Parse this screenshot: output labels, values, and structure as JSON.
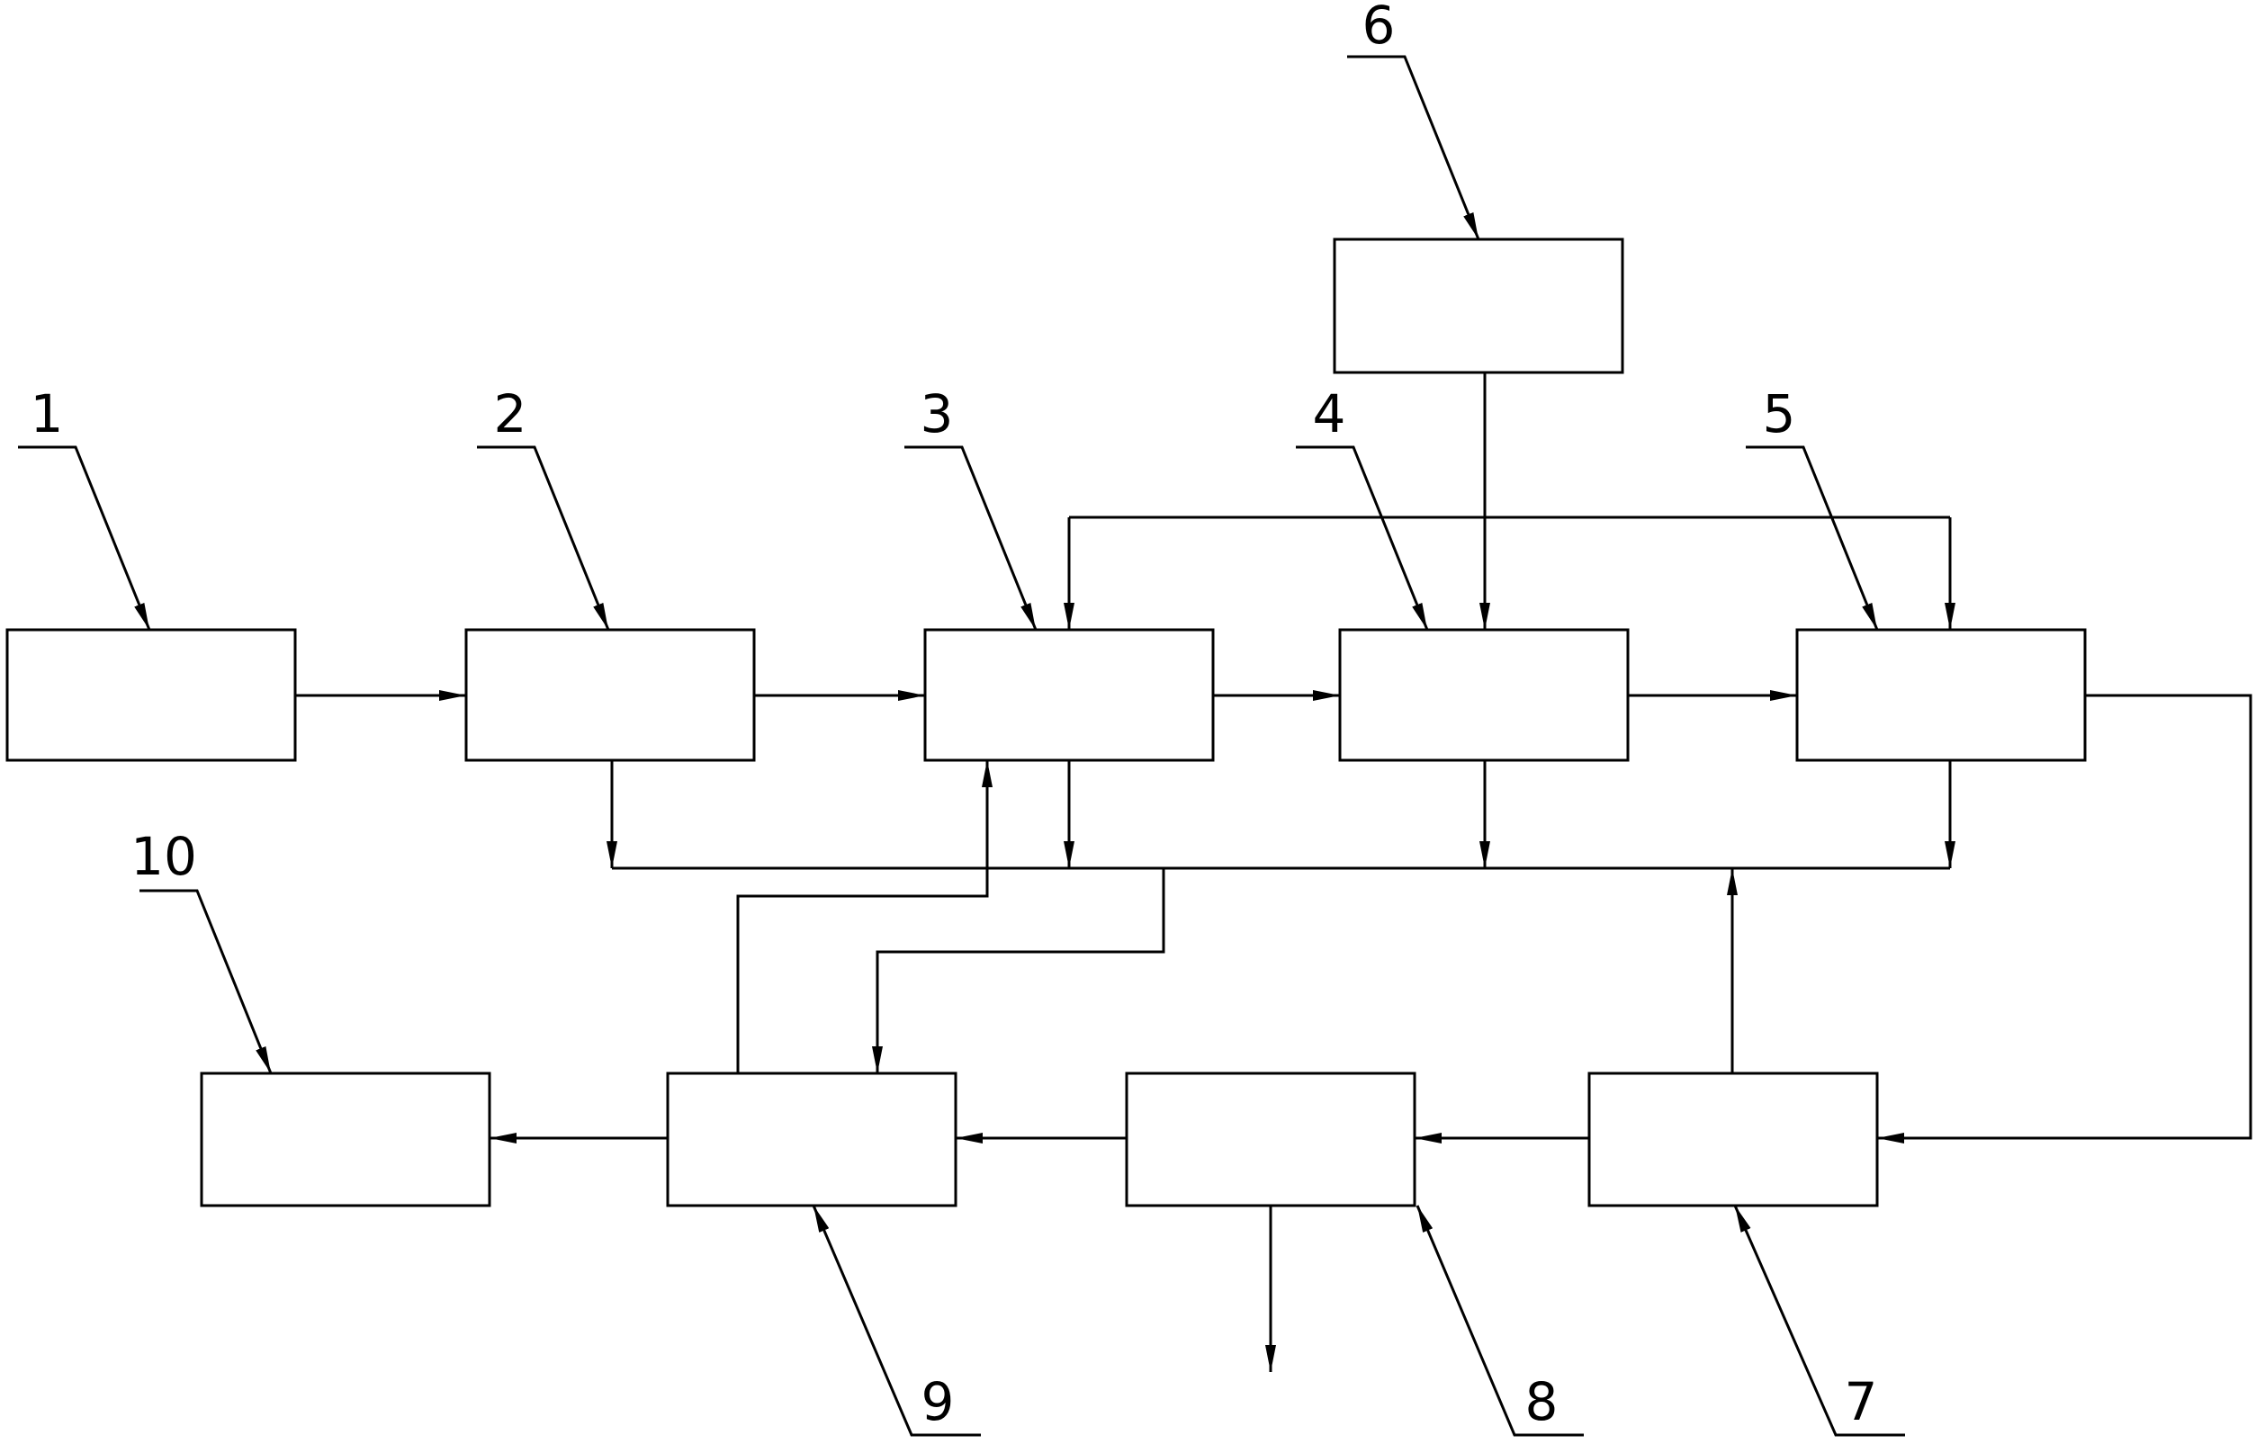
{
  "labels": {
    "l1": "1",
    "l2": "2",
    "l3": "3",
    "l4": "4",
    "l5": "5",
    "l6": "6",
    "l7": "7",
    "l8": "8",
    "l9": "9",
    "l10": "10"
  },
  "colors": {
    "stroke": "#000000",
    "background": "#ffffff"
  }
}
